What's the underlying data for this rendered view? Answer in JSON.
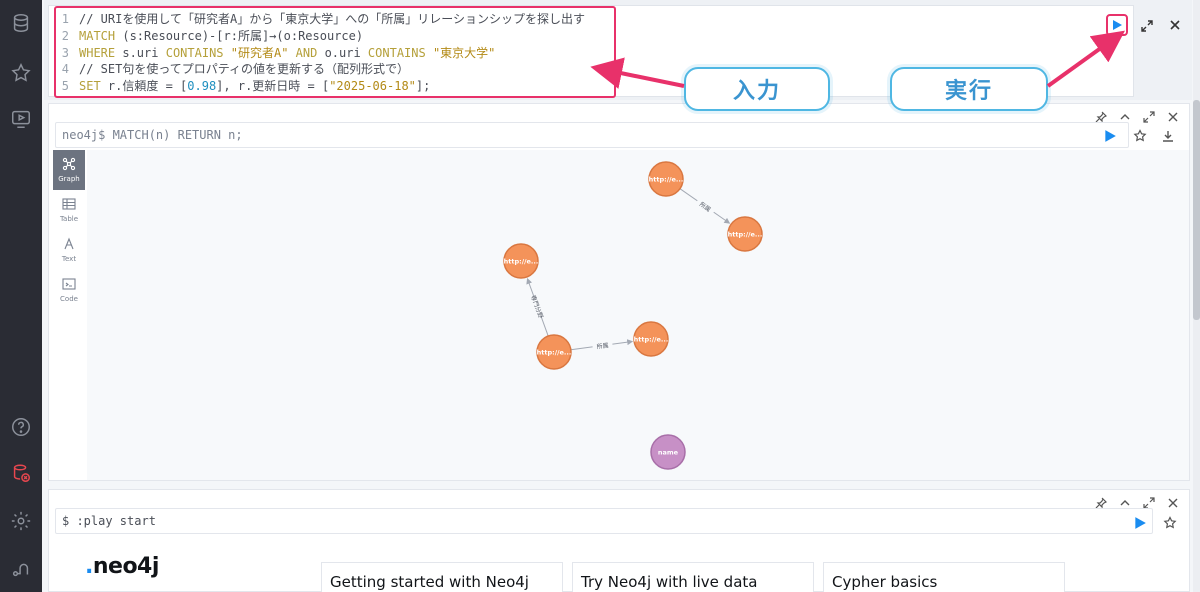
{
  "editor": {
    "lines": [
      {
        "num": "1",
        "segments": [
          {
            "t": "// URIを使用して「研究者A」から「東京大学」への「所属」リレーションシップを探し出す",
            "c": "tx"
          }
        ]
      },
      {
        "num": "2",
        "segments": [
          {
            "t": "MATCH ",
            "c": "kw"
          },
          {
            "t": "(s:Resource)-[r:所属]→(o:Resource)",
            "c": "tx"
          }
        ]
      },
      {
        "num": "3",
        "segments": [
          {
            "t": "WHERE ",
            "c": "kw"
          },
          {
            "t": "s.uri ",
            "c": "tx"
          },
          {
            "t": "CONTAINS ",
            "c": "kw"
          },
          {
            "t": "\"研究者A\" ",
            "c": "str"
          },
          {
            "t": "AND ",
            "c": "kw"
          },
          {
            "t": "o.uri ",
            "c": "tx"
          },
          {
            "t": "CONTAINS ",
            "c": "kw"
          },
          {
            "t": "\"東京大学\"",
            "c": "str"
          }
        ]
      },
      {
        "num": "4",
        "segments": [
          {
            "t": "// SET句を使ってプロパティの値を更新する（配列形式で）",
            "c": "tx"
          }
        ]
      },
      {
        "num": "5",
        "segments": [
          {
            "t": "SET ",
            "c": "kw"
          },
          {
            "t": "r.信頼度 = [",
            "c": "tx"
          },
          {
            "t": "0.98",
            "c": "num"
          },
          {
            "t": "], r.更新日時 = [",
            "c": "tx"
          },
          {
            "t": "\"2025-06-18\"",
            "c": "str"
          },
          {
            "t": "];",
            "c": "tx"
          }
        ]
      }
    ]
  },
  "callouts": {
    "input_label": "入力",
    "run_label": "実行"
  },
  "result": {
    "query_text": "neo4j$ MATCH(n) RETURN n;",
    "tabs": [
      {
        "label": "Graph",
        "icon": "graph-icon",
        "active": true
      },
      {
        "label": "Table",
        "icon": "table-icon",
        "active": false
      },
      {
        "label": "Text",
        "icon": "text-icon",
        "active": false
      },
      {
        "label": "Code",
        "icon": "code-icon",
        "active": false
      }
    ],
    "nodes": [
      {
        "id": "n1",
        "label": "http://e...",
        "color": "#f4935a"
      },
      {
        "id": "n2",
        "label": "http://e...",
        "color": "#f4935a"
      },
      {
        "id": "n3",
        "label": "http://e...",
        "color": "#f4935a"
      },
      {
        "id": "n4",
        "label": "http://e...",
        "color": "#f4935a"
      },
      {
        "id": "n5",
        "label": "http://e...",
        "color": "#f4935a"
      },
      {
        "id": "n6",
        "label": "name",
        "color": "#c790c6"
      }
    ],
    "edges": [
      {
        "from": "n1",
        "to": "n2",
        "label": "所属"
      },
      {
        "from": "n5",
        "to": "n3",
        "label": "専門分野"
      },
      {
        "from": "n5",
        "to": "n4",
        "label": "所属"
      }
    ]
  },
  "bottom": {
    "query_text": "$ :play start",
    "logo": "neo4j",
    "cards": [
      "Getting started with Neo4j",
      "Try Neo4j with live data",
      "Cypher basics"
    ]
  },
  "colors": {
    "sidebar": "#2a2c34",
    "highlight": "#e8316a",
    "callout_border": "#4fb7e3",
    "run_blue": "#1a8cf0",
    "node_orange": "#f4935a",
    "node_purple": "#c790c6"
  }
}
